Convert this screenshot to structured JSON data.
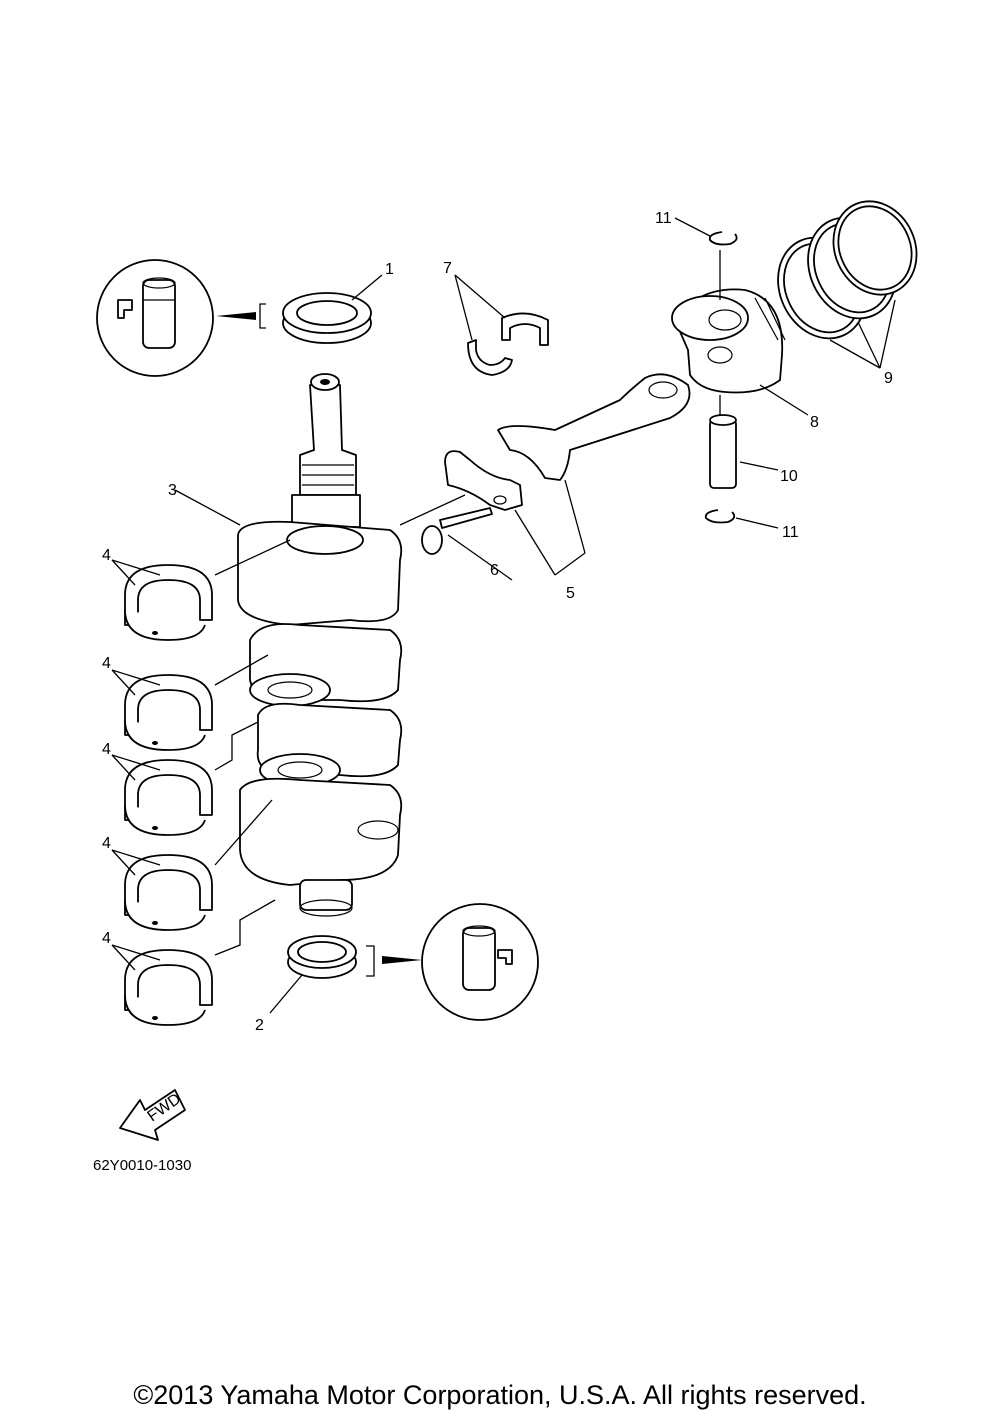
{
  "diagram": {
    "part_code": "62Y0010-1030",
    "fwd_label": "FWD",
    "callouts": {
      "c1": "1",
      "c2": "2",
      "c3": "3",
      "c4a": "4",
      "c4b": "4",
      "c4c": "4",
      "c4d": "4",
      "c4e": "4",
      "c5": "5",
      "c6": "6",
      "c7": "7",
      "c8": "8",
      "c9": "9",
      "c10": "10",
      "c11a": "11",
      "c11b": "11"
    }
  },
  "footer": {
    "copyright": "©2013 Yamaha Motor Corporation, U.S.A. All rights reserved."
  }
}
